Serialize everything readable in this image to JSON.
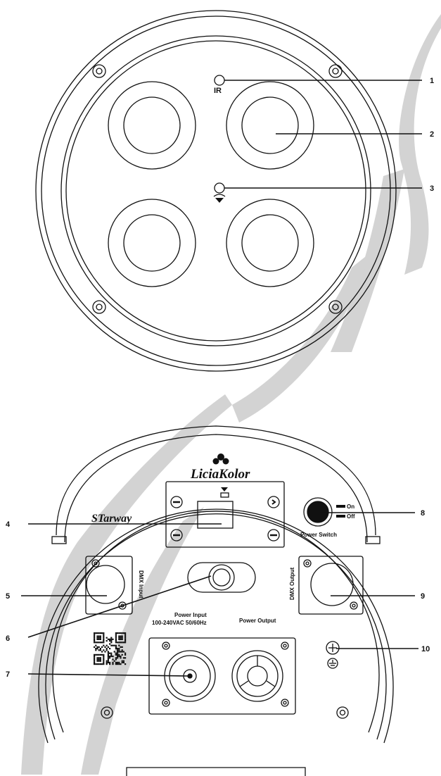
{
  "top_view": {
    "ir_label": "IR",
    "callouts": [
      "1",
      "2",
      "3"
    ]
  },
  "bottom_view": {
    "logo_text": "LiciaKolor",
    "model_text": "STarway",
    "power_switch": {
      "label": "Power Switch",
      "on": "On",
      "off": "Off"
    },
    "dmx_input_label": "DMX Input",
    "dmx_output_label": "DMX Output",
    "power_input_label": "Power Input",
    "power_input_spec": "100-240VAC 50/60Hz",
    "power_output_label": "Power Output",
    "callouts": [
      "4",
      "5",
      "6",
      "7",
      "8",
      "9",
      "10"
    ]
  },
  "colors": {
    "watermark": "#cfcfcf",
    "line": "#111111"
  }
}
